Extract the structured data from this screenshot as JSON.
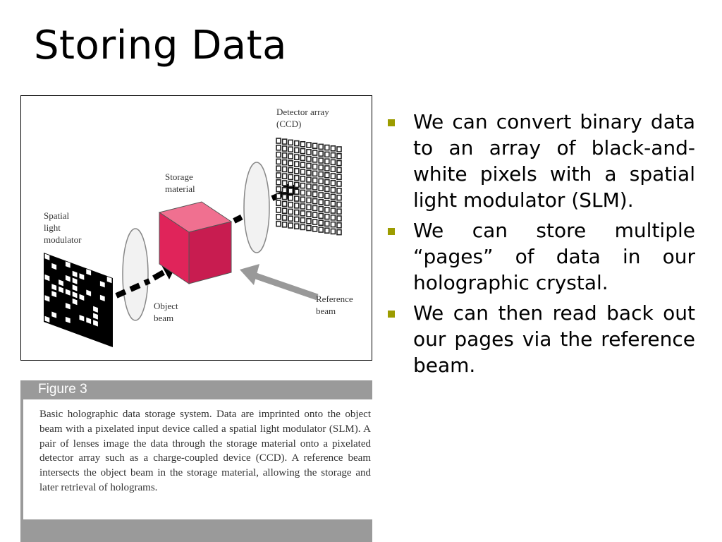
{
  "slide": {
    "title": "Storing Data"
  },
  "figure": {
    "labels": {
      "detector_line1": "Detector array",
      "detector_line2": "(CCD)",
      "storage_line1": "Storage",
      "storage_line2": "material",
      "slm_line1": "Spatial",
      "slm_line2": "light",
      "slm_line3": "modulator",
      "object_line1": "Object",
      "object_line2": "beam",
      "reference_line1": "Reference",
      "reference_line2": "beam"
    },
    "colors": {
      "crystal_front": "#e0245a",
      "crystal_top": "#f07090",
      "crystal_side": "#b01848",
      "reference_arrow": "#999999"
    },
    "caption": {
      "title": "Figure 3",
      "text": "Basic holographic data storage system. Data are imprinted onto the object beam with a pixelated input device called a spatial light modulator (SLM). A pair of lenses image the data through the storage material onto a pixelated detector array such as a charge-coupled device (CCD). A reference beam intersects the object beam in the storage material, allowing the storage and later retrieval of holograms."
    }
  },
  "bullets": [
    {
      "text": "We can convert binary data to an array of black-and-white pixels with a spatial light modulator (SLM)."
    },
    {
      "text": "We can store multiple “pages” of data in our holographic crystal."
    },
    {
      "text": "We can then read back out our pages via the reference beam."
    }
  ],
  "theme": {
    "bullet_color": "#9c9c00",
    "caption_bar_color": "#9a9a9a"
  }
}
